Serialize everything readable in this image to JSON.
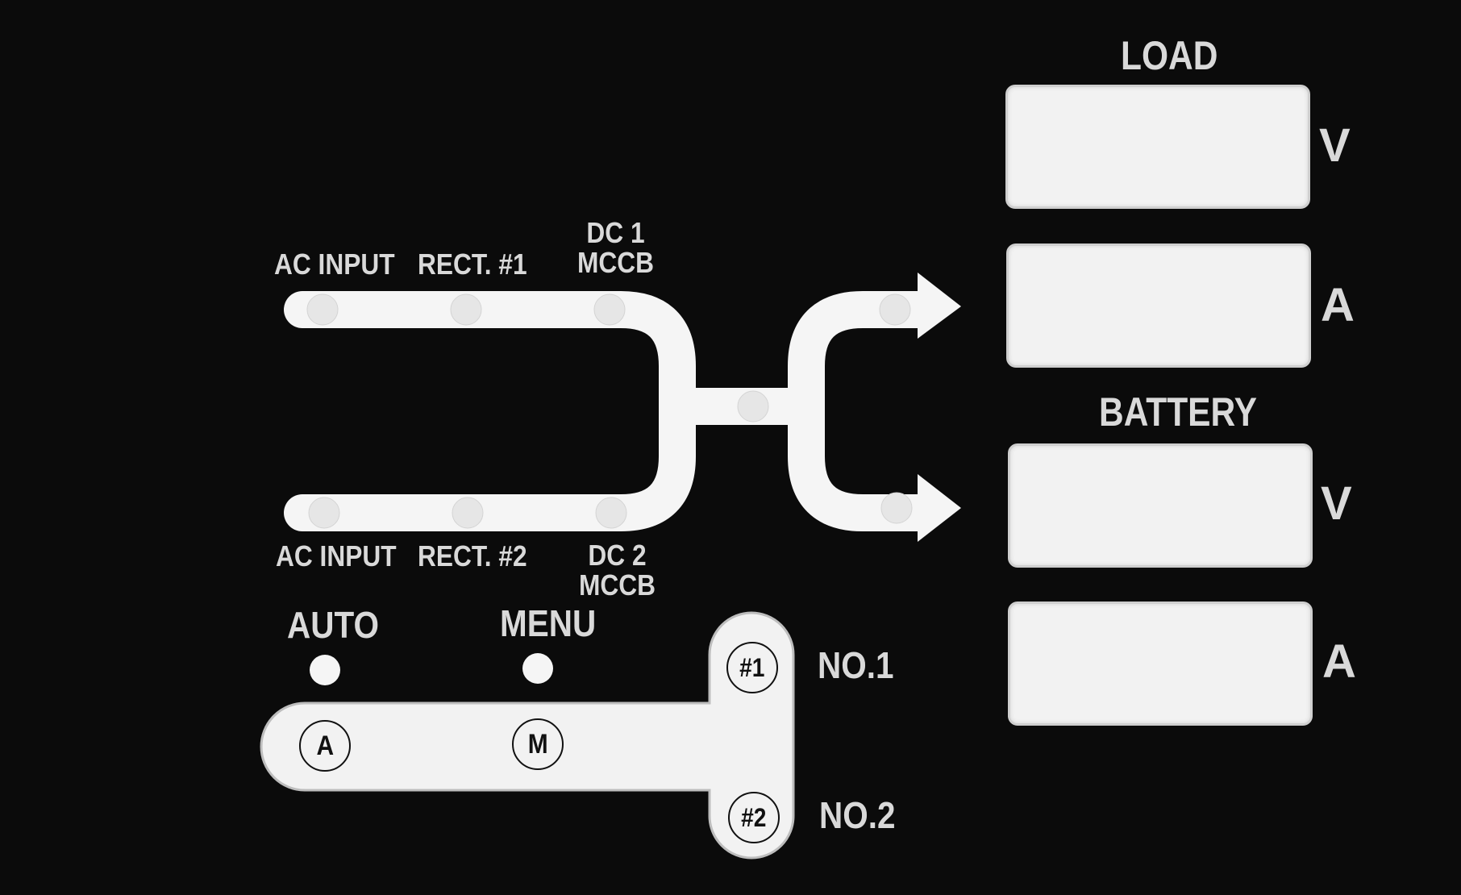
{
  "flow_labels": {
    "ac_input_top": "AC INPUT",
    "rect1": "RECT. #1",
    "dc1_line1": "DC 1",
    "dc1_line2": "MCCB",
    "ac_input_bottom": "AC INPUT",
    "rect2": "RECT. #2",
    "dc2_line1": "DC 2",
    "dc2_line2": "MCCB"
  },
  "load": {
    "title": "LOAD",
    "voltage_unit": "V",
    "current_unit": "A"
  },
  "battery": {
    "title": "BATTERY",
    "voltage_unit": "V",
    "current_unit": "A"
  },
  "mode": {
    "auto_label": "AUTO",
    "menu_label": "MENU"
  },
  "keys": {
    "auto_key": "A",
    "menu_key": "M",
    "rect1_key": "#1",
    "rect2_key": "#2"
  },
  "selectors": {
    "no1": "NO.1",
    "no2": "NO.2"
  },
  "colors": {
    "panel_background": "#0b0b0b",
    "overlay_white": "#f5f5f5",
    "label_text": "#d9d9d9",
    "display_window": "#f2f2f2"
  }
}
